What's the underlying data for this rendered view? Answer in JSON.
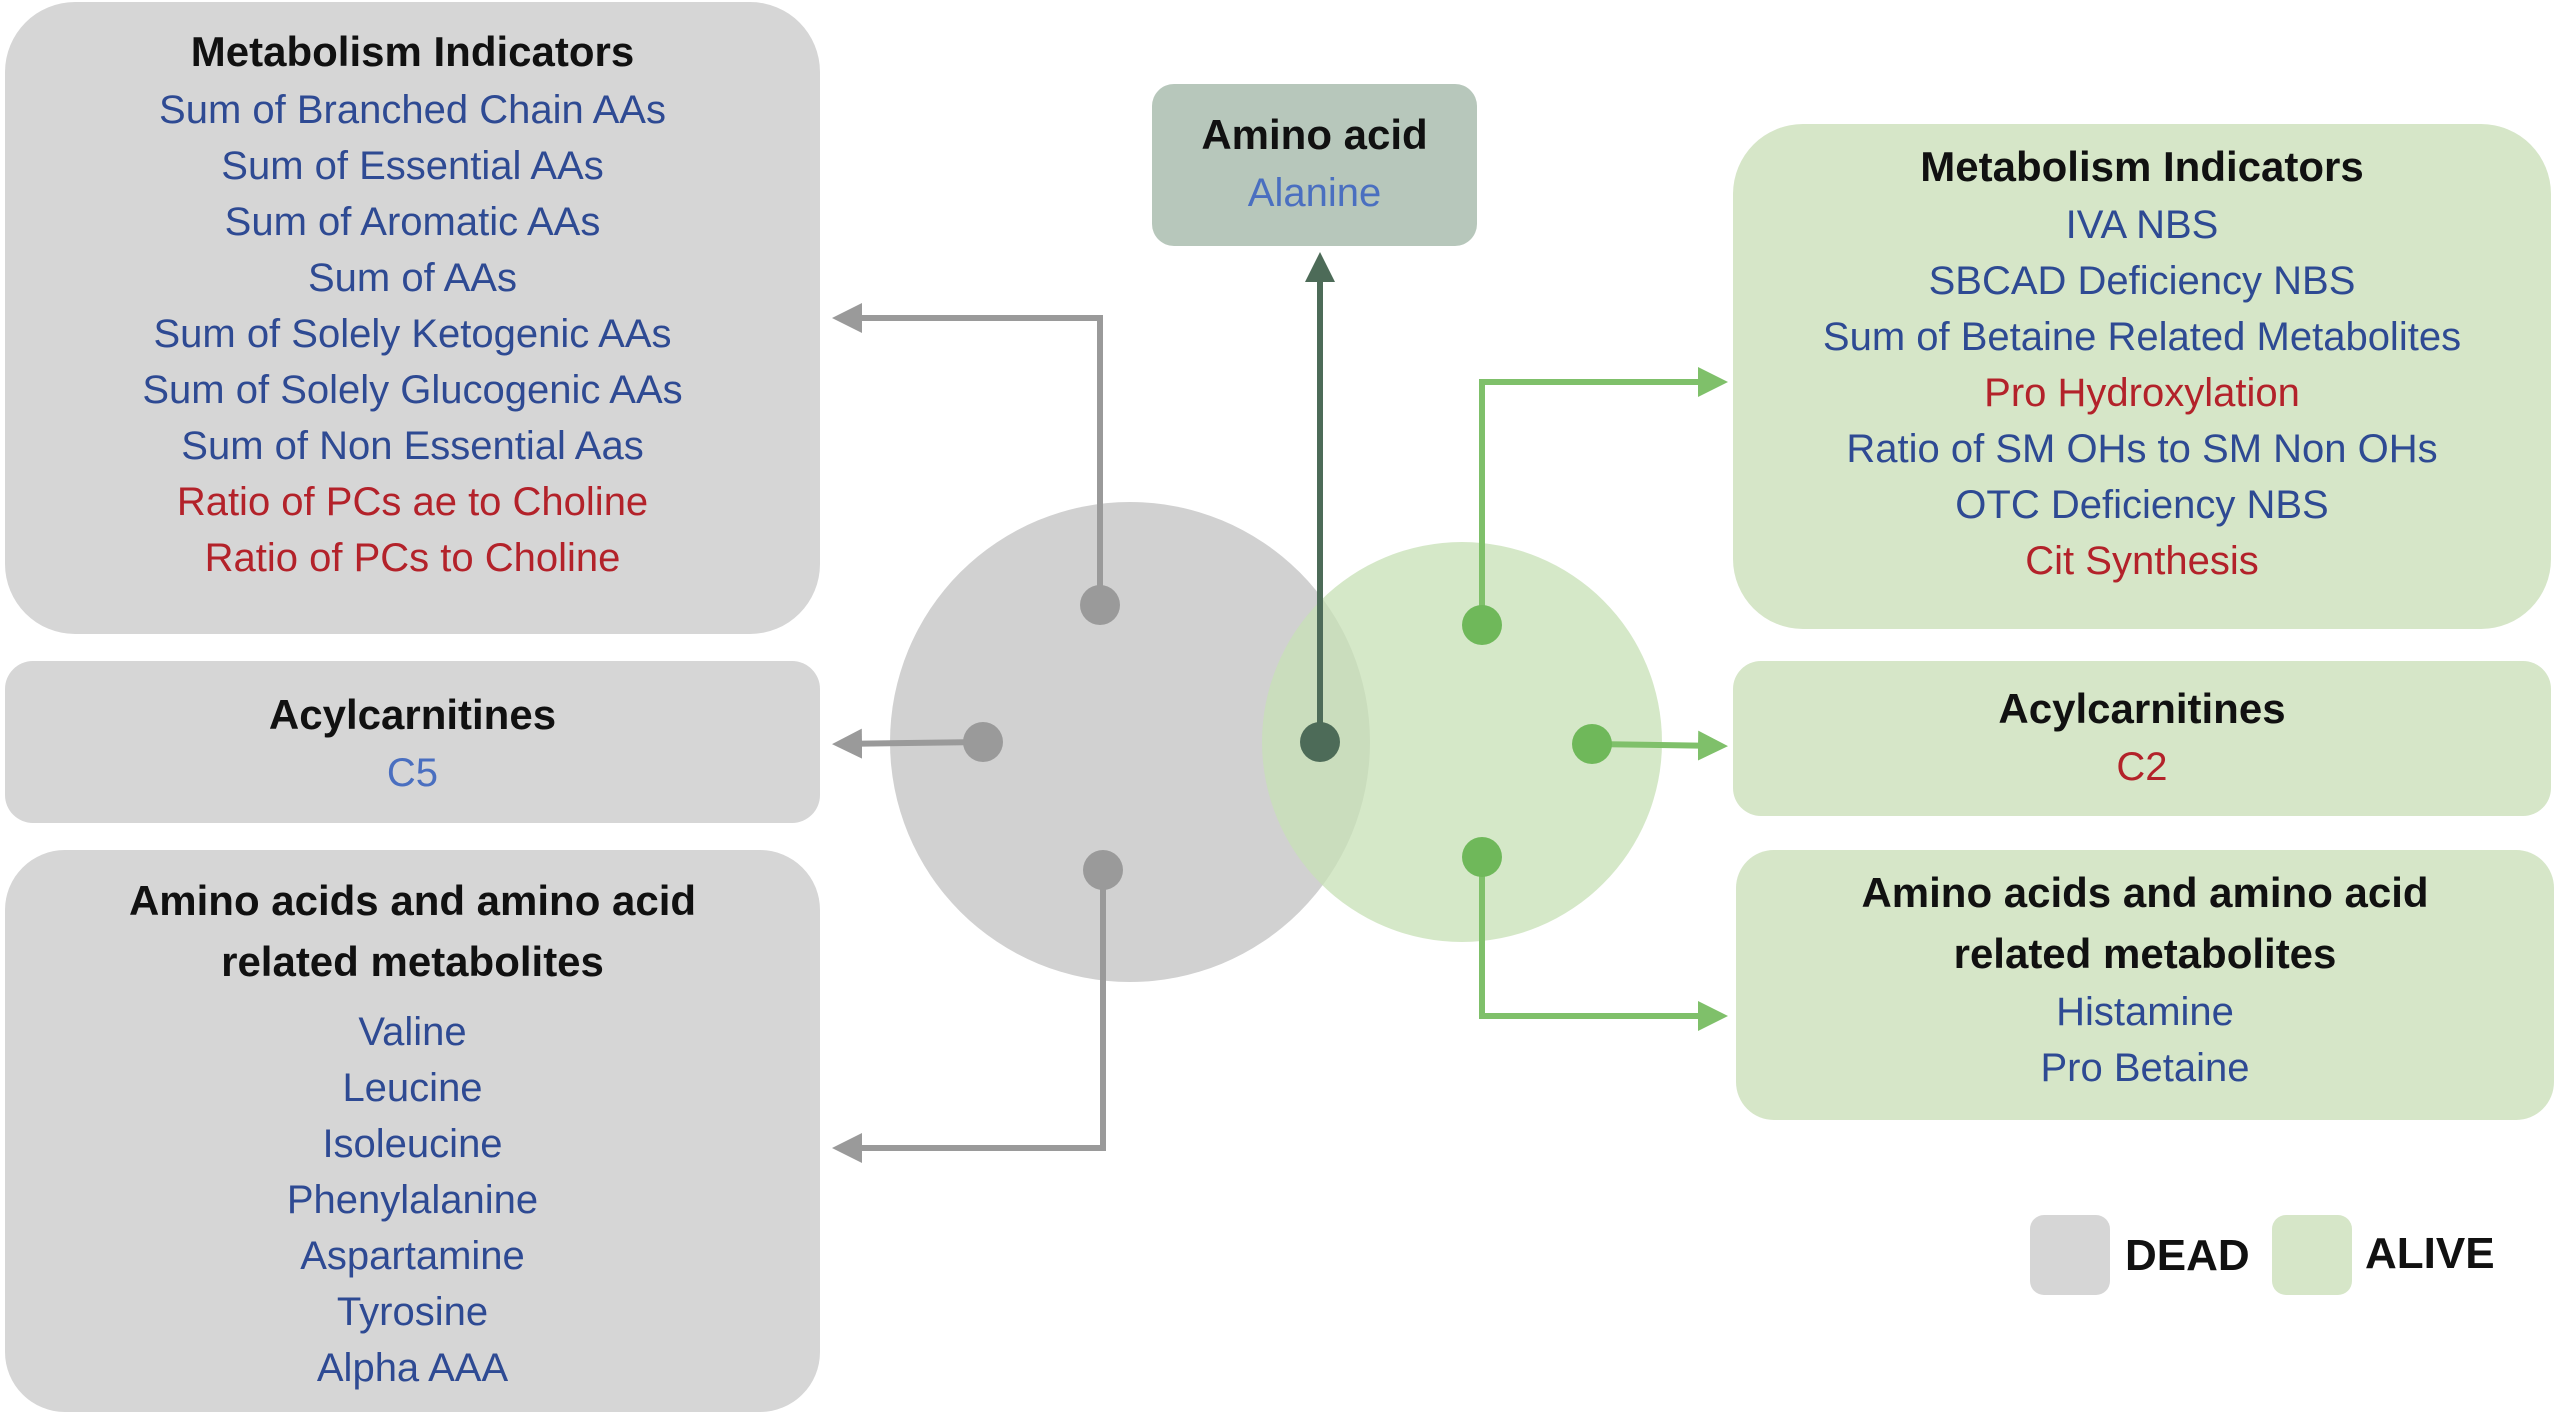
{
  "dead": {
    "metabolism": {
      "title": "Metabolism Indicators",
      "items": [
        {
          "text": "Sum of Branched Chain AAs",
          "color": "#2e4a93"
        },
        {
          "text": "Sum of Essential AAs",
          "color": "#2e4a93"
        },
        {
          "text": "Sum of Aromatic AAs",
          "color": "#2e4a93"
        },
        {
          "text": "Sum of AAs",
          "color": "#2e4a93"
        },
        {
          "text": "Sum of Solely Ketogenic AAs",
          "color": "#2e4a93"
        },
        {
          "text": "Sum of Solely Glucogenic AAs",
          "color": "#2e4a93"
        },
        {
          "text": "Sum of Non Essential Aas",
          "color": "#2e4a93"
        },
        {
          "text": "Ratio of PCs ae to Choline",
          "color": "#b3222a"
        },
        {
          "text": "Ratio of PCs to Choline",
          "color": "#b3222a"
        }
      ]
    },
    "acylcarnitines": {
      "title": "Acylcarnitines",
      "items": [
        {
          "text": "C5",
          "color": "#4a6fc0"
        }
      ]
    },
    "amino_acids": {
      "title_line1": "Amino acids and amino acid",
      "title_line2": "related metabolites",
      "items": [
        {
          "text": "Valine",
          "color": "#2e4a93"
        },
        {
          "text": "Leucine",
          "color": "#2e4a93"
        },
        {
          "text": "Isoleucine",
          "color": "#2e4a93"
        },
        {
          "text": "Phenylalanine",
          "color": "#2e4a93"
        },
        {
          "text": "Aspartamine",
          "color": "#2e4a93"
        },
        {
          "text": "Tyrosine",
          "color": "#2e4a93"
        },
        {
          "text": "Alpha AAA",
          "color": "#2e4a93"
        }
      ]
    }
  },
  "shared": {
    "title": "Amino acid",
    "items": [
      {
        "text": "Alanine",
        "color": "#4a6fc0"
      }
    ]
  },
  "alive": {
    "metabolism": {
      "title": "Metabolism Indicators",
      "items": [
        {
          "text": "IVA NBS",
          "color": "#2e4a93"
        },
        {
          "text": "SBCAD Deficiency NBS",
          "color": "#2e4a93"
        },
        {
          "text": "Sum of Betaine Related Metabolites",
          "color": "#2e4a93"
        },
        {
          "text": "Pro Hydroxylation",
          "color": "#b3222a"
        },
        {
          "text": "Ratio of SM OHs to SM Non OHs",
          "color": "#2e4a93"
        },
        {
          "text": "OTC Deficiency NBS",
          "color": "#2e4a93"
        },
        {
          "text": "Cit Synthesis",
          "color": "#b3222a"
        }
      ]
    },
    "acylcarnitines": {
      "title": "Acylcarnitines",
      "items": [
        {
          "text": "C2",
          "color": "#b3222a"
        }
      ]
    },
    "amino_acids": {
      "title_line1": "Amino acids and amino acid",
      "title_line2": "related metabolites",
      "items": [
        {
          "text": "Histamine",
          "color": "#2e4a93"
        },
        {
          "text": "Pro Betaine",
          "color": "#2e4a93"
        }
      ]
    }
  },
  "legend": {
    "dead_label": "DEAD",
    "alive_label": "ALIVE",
    "dead_color": "#d6d6d6",
    "alive_color": "#d6e6c8"
  },
  "colors": {
    "gray_connector": "#9a9a9a",
    "green_connector": "#7fc06a",
    "dark_connector": "#4d6b58",
    "shared_box": "#b7c7bb"
  }
}
